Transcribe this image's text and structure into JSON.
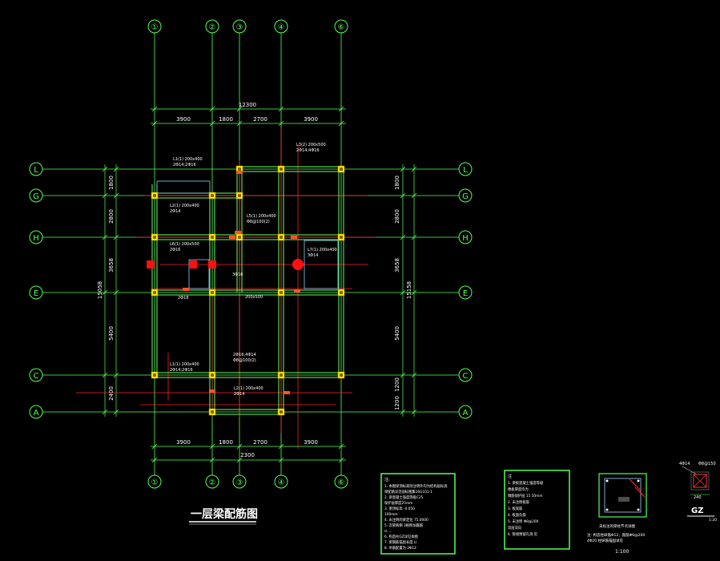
{
  "drawing": {
    "title": "一层梁配筋图",
    "scale_bottom": "1:100",
    "scale_small": "1:20",
    "detail_caption": "GZ",
    "detail_rebar_top": "4Φ14",
    "detail_stirrup": "Φ8@150",
    "detail_size": "240"
  },
  "grids": {
    "vertical": [
      "①",
      "②",
      "③",
      "④",
      "⑥"
    ],
    "horizontal": [
      "L",
      "G",
      "H",
      "E",
      "C",
      "A"
    ]
  },
  "dimensions": {
    "top_total": "12300",
    "top_segments": [
      "3900",
      "1800",
      "2700",
      "3900"
    ],
    "bottom_total": "2300",
    "bottom_segments": [
      "3900",
      "1800",
      "2700",
      "3900"
    ],
    "left_total": "15058",
    "left_segments": [
      "1800",
      "2800",
      "3658",
      "5400",
      "2400"
    ],
    "right_total": "15158",
    "right_segments": [
      "1800",
      "2800",
      "3658",
      "5400",
      "1200",
      "1200"
    ]
  },
  "beam_labels": [
    "L1(1) 200x400",
    "2Φ14;2Φ16",
    "L2(1) 200x400",
    "L3(2) 200x500",
    "L5(1) 200x400",
    "L6(1) 200x500",
    "L7(1) 200x400",
    "2Φ14",
    "2Φ16",
    "3Φ14",
    "2Φ18",
    "2Φ14;4Φ16",
    "Φ8@100(2)",
    "3Φ16",
    "2Φ16;4Φ14",
    "200x500"
  ],
  "notes_box_1": {
    "header": "注:",
    "lines": [
      "1. 本图梁顶标高除注明外均为结构层标高",
      "   梁配筋详见国标图集16G101-1",
      "2. 梁混凝土强度等级C25",
      "   保护层厚度25mm",
      "3. 梁顶标高 -0.050",
      "   100mm",
      "4. 未注明的梁定位 75.0000",
      "5. 次梁两侧 3根附加箍筋",
      "   d, ...",
      "6. 构造柱GZ详见本图",
      "7. 梁钢筋锚固长度 Ll",
      "8. 吊筋配置为 2Φ12"
    ]
  },
  "notes_box_2": {
    "header": "注",
    "lines": [
      "1. 梁板混凝土强度等级",
      "   楼板厚度均为",
      "   钢筋保护层 15  50mm",
      "2. 未注明板筋",
      "3. 板底筋",
      "4. 板面负筋",
      "5. 未注明 Φ8@200",
      "   双层双向",
      "6. 管线预留孔洞 见"
    ]
  },
  "detail_box": {
    "caption": "未标注的梁柱节点详图",
    "note_line1": "注: 构造柱纵筋Φ12，箍筋Φ6@200",
    "note_line2": "4Φ20 柱纵筋锚固详见",
    "scale": "1:100"
  }
}
